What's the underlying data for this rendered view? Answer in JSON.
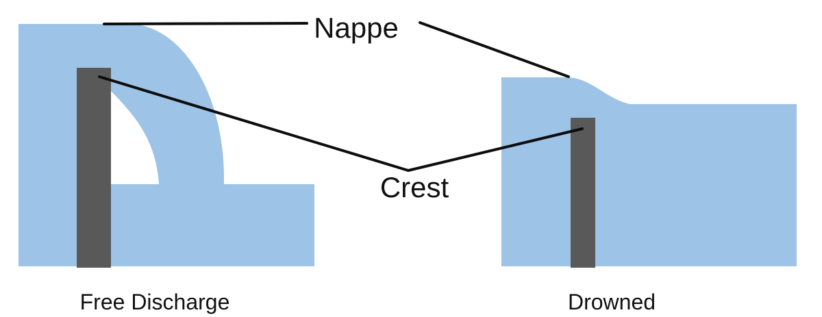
{
  "figure": {
    "annotations": {
      "nappe_label": "Nappe",
      "crest_label": "Crest"
    },
    "captions": {
      "left": "Free Discharge",
      "right": "Drowned"
    },
    "colors": {
      "water": "#9DC3E6",
      "weir": "#595959",
      "line": "#0d0d0d",
      "text": "#111111",
      "background": "#ffffff"
    }
  }
}
